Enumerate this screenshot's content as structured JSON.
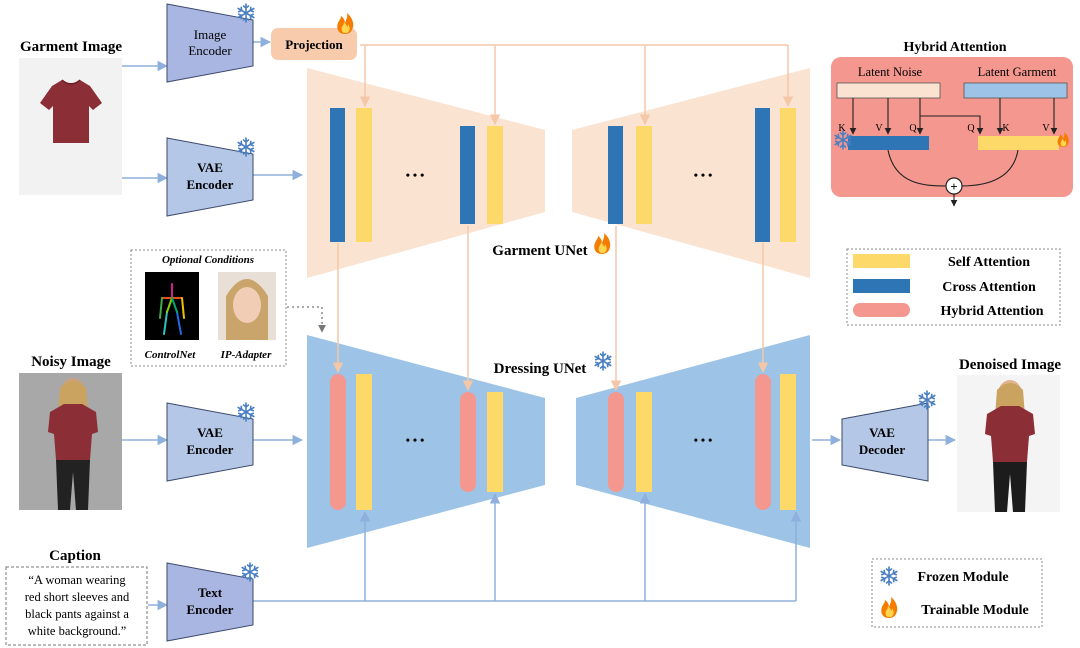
{
  "labels": {
    "garment_image": "Garment Image",
    "noisy_image": "Noisy Image",
    "denoised_image": "Denoised Image",
    "caption_title": "Caption",
    "caption_lines": [
      "“A woman wearing",
      "red short sleeves and",
      "black pants against a",
      "white background.”"
    ],
    "optional_conditions": "Optional Conditions",
    "controlnet": "ControlNet",
    "ip_adapter": "IP-Adapter",
    "garment_unet": "Garment UNet",
    "dressing_unet": "Dressing UNet",
    "ellipsis": "• • •"
  },
  "modules": {
    "image_encoder": [
      "Image",
      "Encoder"
    ],
    "projection": "Projection",
    "vae_encoder_top": [
      "VAE",
      "Encoder"
    ],
    "vae_encoder_mid": [
      "VAE",
      "Encoder"
    ],
    "vae_decoder": [
      "VAE",
      "Decoder"
    ],
    "text_encoder": [
      "Text",
      "Encoder"
    ]
  },
  "hybrid_attention": {
    "title": "Hybrid Attention",
    "latent_noise": "Latent Noise",
    "latent_garment": "Latent Garment",
    "k1": "K",
    "v1": "V",
    "q1": "Q",
    "q2": "Q",
    "k2": "K",
    "v2": "V",
    "plus": "+"
  },
  "legend": {
    "self_attention": "Self Attention",
    "cross_attention": "Cross Attention",
    "hybrid_attention": "Hybrid Attention",
    "frozen_module": "Frozen Module",
    "trainable_module": "Trainable Module"
  },
  "colors": {
    "self_attention": "#fdd96a",
    "cross_attention": "#2e75b6",
    "hybrid_attention": "#f4978e",
    "garment_unet": "#fbe3d1",
    "dressing_unet": "#9dc3e6",
    "encoder": "#b4c7e7",
    "encoder_dark": "#a9b6e2",
    "projection": "#f8cbad",
    "hybrid_panel": "#f4978e",
    "latent_noise": "#fbe3d1",
    "latent_garment": "#9dc3e6",
    "arrow": "#8fb0dc",
    "arrow_peach": "#f4c7a8",
    "frozen_icon": "#4a7fc1",
    "trainable_icon": "#f57c00"
  }
}
